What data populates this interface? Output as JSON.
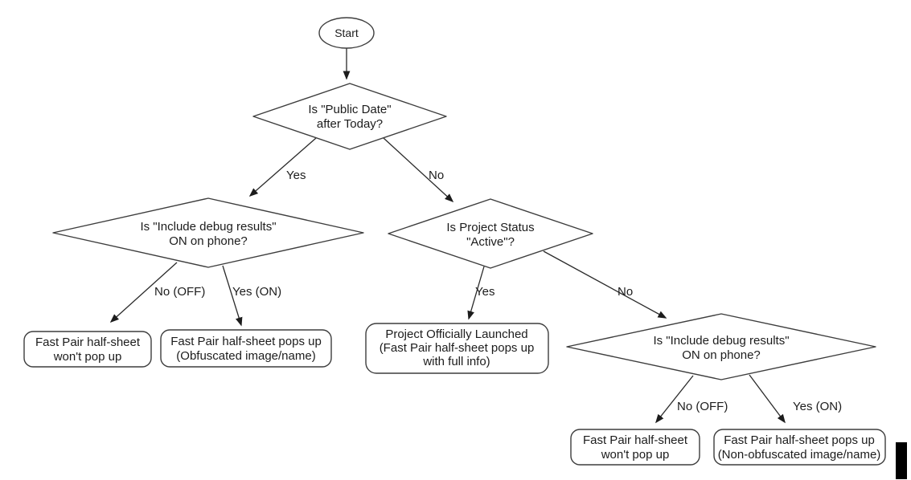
{
  "colors": {
    "background": "#ffffff",
    "shape_stroke": "#3d3d3d",
    "edge_stroke": "#2a2a2a",
    "text": "#1c1c1c",
    "cursor_bar": "#000000"
  },
  "flowchart": {
    "start": {
      "label": "Start"
    },
    "decisions": {
      "public_date": {
        "line1": "Is \"Public Date\"",
        "line2": "after Today?"
      },
      "debug_left": {
        "line1": "Is \"Include debug results\"",
        "line2": "ON on phone?"
      },
      "project_status": {
        "line1": "Is Project Status",
        "line2": "\"Active\"?"
      },
      "debug_right": {
        "line1": "Is \"Include debug results\"",
        "line2": "ON on phone?"
      }
    },
    "edges": {
      "public_date_yes": "Yes",
      "public_date_no": "No",
      "debug_left_no": "No (OFF)",
      "debug_left_yes": "Yes (ON)",
      "status_yes": "Yes",
      "status_no": "No",
      "debug_right_no": "No (OFF)",
      "debug_right_yes": "Yes (ON)"
    },
    "outcomes": {
      "no_popup_left": {
        "line1": "Fast Pair half-sheet",
        "line2": "won't pop up"
      },
      "obfuscated": {
        "line1": "Fast Pair half-sheet pops up",
        "line2": "(Obfuscated image/name)"
      },
      "launched": {
        "line1": "Project Officially Launched",
        "line2": "(Fast Pair half-sheet pops up",
        "line3": "with full info)"
      },
      "no_popup_right": {
        "line1": "Fast Pair half-sheet",
        "line2": "won't pop up"
      },
      "non_obfuscated": {
        "line1": "Fast Pair half-sheet pops up",
        "line2": "(Non-obfuscated image/name)"
      }
    }
  }
}
